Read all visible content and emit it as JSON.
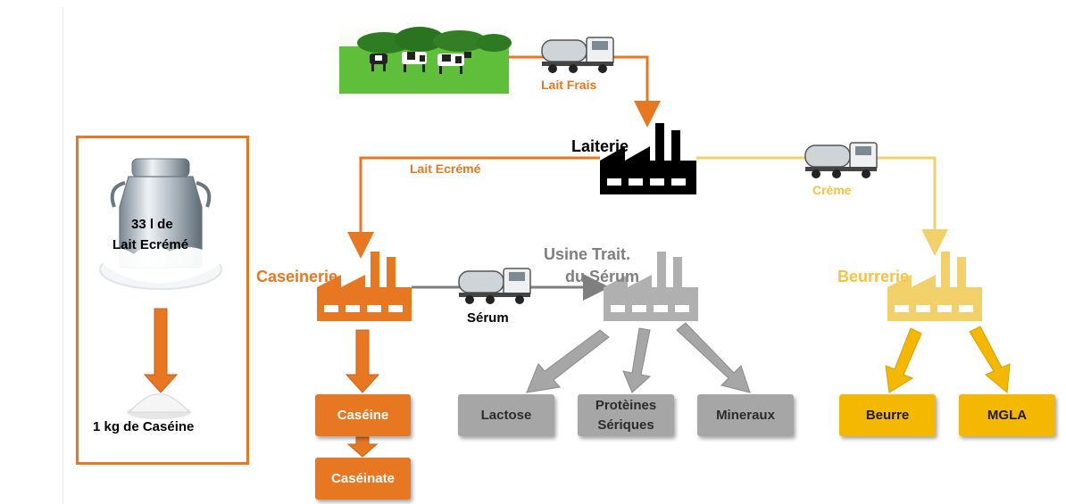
{
  "labels": {
    "lait_frais": "Lait Frais",
    "laiterie": "Laiterie",
    "lait_ecreme": "Lait Ecrémé",
    "creme": "Crème",
    "caseinerie": "Caseinerie",
    "usine_line1": "Usine Trait.",
    "usine_line2": "du Sérum",
    "serum": "Sérum",
    "beurrerie": "Beurrerie"
  },
  "products": {
    "caseine": "Caséine",
    "caseinate": "Caséinate",
    "lactose": "Lactose",
    "proteines_line1": "Protèines",
    "proteines_line2": "Sériques",
    "mineraux": "Mineraux",
    "beurre": "Beurre",
    "mgla": "MGLA"
  },
  "side_panel": {
    "volume_line1": "33 l de",
    "volume_line2": "Lait Ecrémé",
    "result": "1 kg de Caséine"
  },
  "colors": {
    "orange": "#e87722",
    "grey": "#a6a6a6",
    "yellow": "#f5b800",
    "pale_yellow": "#f2d16b",
    "black": "#000000"
  }
}
